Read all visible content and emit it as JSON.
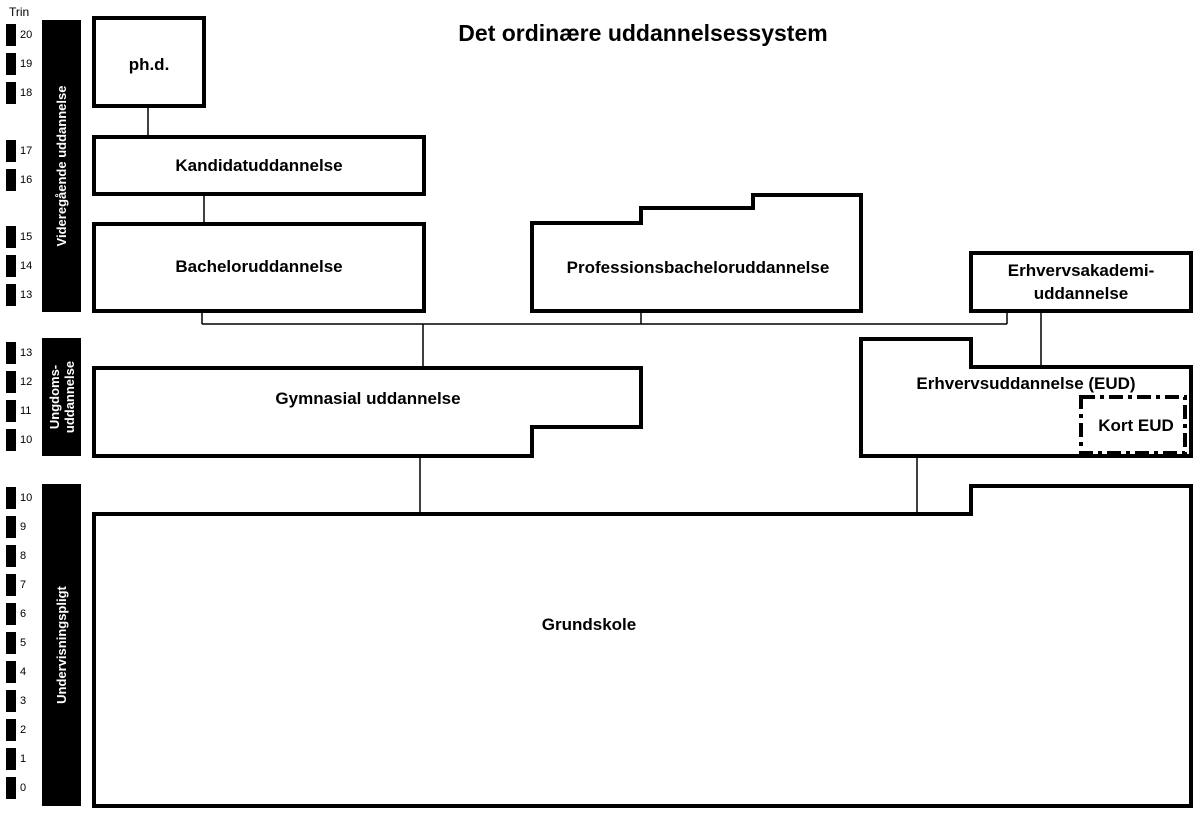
{
  "title": "Det ordinære uddannelsessystem",
  "trin_header": "Trin",
  "trin_numbers": [
    "20",
    "19",
    "18",
    "17",
    "16",
    "15",
    "14",
    "13",
    "13",
    "12",
    "11",
    "10",
    "10",
    "9",
    "8",
    "7",
    "6",
    "5",
    "4",
    "3",
    "2",
    "1",
    "0"
  ],
  "bands": {
    "videregaaende": "Videregående uddannelse",
    "ungdoms_line1": "Ungdoms-",
    "ungdoms_line2": "uddannelse",
    "undervisningspligt": "Undervisningspligt"
  },
  "boxes": {
    "phd": "ph.d.",
    "kandidat": "Kandidatuddannelse",
    "bachelor": "Bacheloruddannelse",
    "professionsbachelor": "Professionsbacheloruddannelse",
    "erhvervsakademi_line1": "Erhvervsakademi-",
    "erhvervsakademi_line2": "uddannelse",
    "gymnasial": "Gymnasial uddannelse",
    "eud": "Erhvervsuddannelse (EUD)",
    "kort_eud": "Kort EUD",
    "grundskole": "Grundskole"
  }
}
